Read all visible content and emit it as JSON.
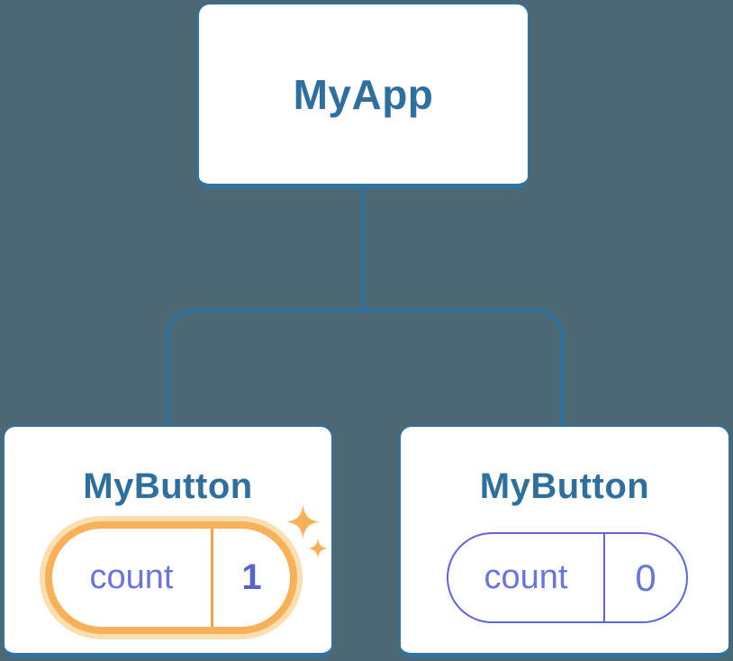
{
  "tree": {
    "root": {
      "label": "MyApp"
    },
    "children": [
      {
        "label": "MyButton",
        "highlighted": true,
        "state": {
          "key": "count",
          "value": "1"
        }
      },
      {
        "label": "MyButton",
        "highlighted": false,
        "state": {
          "key": "count",
          "value": "0"
        }
      }
    ]
  },
  "colors": {
    "background": "#4C6872",
    "node-bg": "#FFFFFF",
    "node-border": "#33719F",
    "node-title": "#2F6F9E",
    "connector": "#2E71A1",
    "state-text": "#6A74DD",
    "state-value-bold": "#5A62D2",
    "state-border": "#6066DA",
    "highlight-ring": "#F7B158",
    "highlight-glow": "#FBDFB1",
    "highlight-divider": "#F0A44B",
    "sparkle": "#F8B156"
  },
  "icons": {
    "sparkle_large": "sparkle-icon",
    "sparkle_small": "sparkle-icon"
  }
}
